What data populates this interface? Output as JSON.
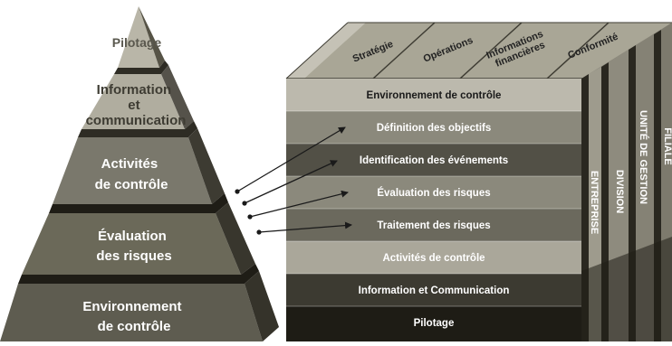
{
  "pyramid": {
    "levels": [
      {
        "lines": [
          "Pilotage"
        ]
      },
      {
        "lines": [
          "Information",
          "et",
          "communication"
        ]
      },
      {
        "lines": [
          "Activités",
          "de contrôle"
        ]
      },
      {
        "lines": [
          "Évaluation",
          "des risques"
        ]
      },
      {
        "lines": [
          "Environnement",
          "de contrôle"
        ]
      }
    ]
  },
  "cube": {
    "top_columns": [
      {
        "lines": [
          "Stratégie"
        ]
      },
      {
        "lines": [
          "Opérations"
        ]
      },
      {
        "lines": [
          "Informations",
          "financières"
        ]
      },
      {
        "lines": [
          "Conformité"
        ]
      }
    ],
    "rows": [
      "Environnement de contrôle",
      "Définition des objectifs",
      "Identification des événements",
      "Évaluation des risques",
      "Traitement des risques",
      "Activités de contrôle",
      "Information et Communication",
      "Pilotage"
    ],
    "side_columns": [
      "ENTREPRISE",
      "DIVISION",
      "UNITÉ DE GESTION",
      "FILIALE"
    ]
  }
}
